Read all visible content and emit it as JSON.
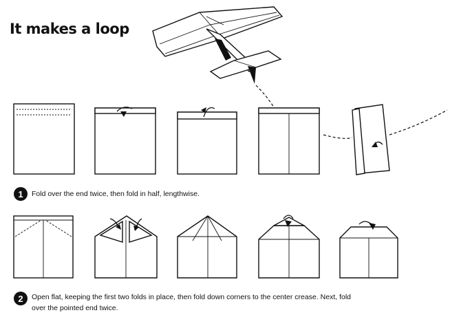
{
  "title": "It makes a loop",
  "steps": [
    {
      "number": "1",
      "text": "Fold over the end twice, then fold in half, lengthwise."
    },
    {
      "number": "2",
      "text_line1": "Open flat, keeping the first two folds in place, then fold down corners to the center crease. Next, fold",
      "text_line2": "over the pointed end twice."
    }
  ]
}
